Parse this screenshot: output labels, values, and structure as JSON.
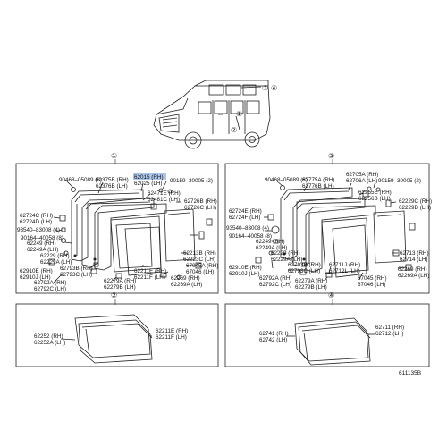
{
  "reference": "611135B",
  "vehicle_callouts": [
    "①",
    "②",
    "③",
    "④"
  ],
  "highlight_color": "#a9c6ea",
  "panels": {
    "p1": {
      "marker": "①",
      "labels": {
        "l_90468": "90468–05089 (8)",
        "l_62375": "62375B (RH)",
        "l_62376": "62376B (LH)",
        "l_62015": "62015 (RH)",
        "l_62025": "62025 (LH)",
        "l_90159": "90159–30005 (2)",
        "l_62471": "62471E (RH)",
        "l_62481": "62481C (LH)",
        "l_62726b": "62726B (RH)",
        "l_62726c": "62726C (LH)",
        "l_62724c": "62724C (RH)",
        "l_62724d": "62724D (LH)",
        "l_93540": "93540–83008 (4)",
        "l_90164": "90164–40058 (8)",
        "l_62249": "62249 (RH)",
        "l_62249a": "62249A (LH)",
        "l_62229": "62229 (RH)",
        "l_62229a": "62229A (LH)",
        "l_62910": "62910E (RH)",
        "l_62910j": "62910J (LH)",
        "l_62793b": "62793B (RH)",
        "l_62793c": "62793C (LH)",
        "l_62211e": "62211E (RH)",
        "l_62211f": "62211F (LH)",
        "l_62213b": "62213B (RH)",
        "l_62223c": "62223C (LH)",
        "l_67045": "67045A (RH)",
        "l_67046": "67046 (LH)",
        "l_62792a": "62792A (RH)",
        "l_62792c": "62792C (LH)",
        "l_62279a": "62279A (RH)",
        "l_62279b": "62279B (LH)",
        "l_62269": "62269 (RH)",
        "l_62269a": "62269A (LH)"
      }
    },
    "p3": {
      "marker": "③",
      "labels": {
        "l_90468": "90468–05089 (8)",
        "l_62775": "62775A (RH)",
        "l_62776": "62776B (LH)",
        "l_62705": "62705A (RH)",
        "l_62706": "62706A (LH)",
        "l_90159": "90159–30005 (2)",
        "l_62255": "62255E (RH)",
        "l_62256": "62256B (LH)",
        "l_62229c": "62229C (RH)",
        "l_62229d": "62229D (LH)",
        "l_62724e": "62724E (RH)",
        "l_62724f": "62724F (LH)",
        "l_93540": "93540–83008 (4)",
        "l_90164": "90164–40058 (8)",
        "l_62249": "62249 (RH)",
        "l_62249a": "62249A (LH)",
        "l_62229": "62229 (RH)",
        "l_62229a": "62229A (LH)",
        "l_62713": "62713 (RH)",
        "l_62714": "62714 (LH)",
        "l_62910": "62910E (RH)",
        "l_62910j": "62910J (LH)",
        "l_62793b": "62793B (RH)",
        "l_62793c": "62793C (LH)",
        "l_62711": "62711J (RH)",
        "l_62712": "62712L (LH)",
        "l_62792a": "62792A (RH)",
        "l_62792c": "62792C (LH)",
        "l_62279a": "62279A (RH)",
        "l_62279b": "62279B (LH)",
        "l_67045": "67045 (RH)",
        "l_67046": "67046 (LH)",
        "l_62269": "62269 (RH)",
        "l_62269a": "62269A (LH)"
      }
    },
    "p2": {
      "marker": "②",
      "labels": {
        "l_62252": "62252 (RH)",
        "l_62252a": "62252A (LH)",
        "l_62211e": "62211E (RH)",
        "l_62211f": "62211F (LH)"
      }
    },
    "p4": {
      "marker": "④",
      "labels": {
        "l_62741": "62741 (RH)",
        "l_62742": "62742 (LH)",
        "l_62711": "62711 (RH)",
        "l_62712": "62712 (LH)"
      }
    }
  }
}
